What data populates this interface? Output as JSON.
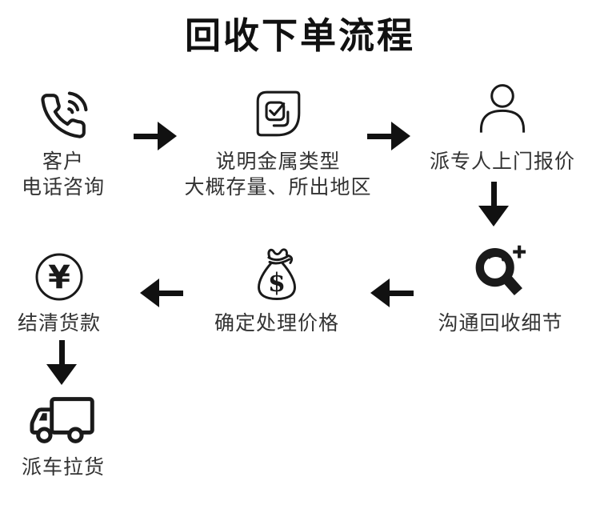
{
  "title": "回收下单流程",
  "colors": {
    "background": "#ffffff",
    "ink": "#1a1a1a",
    "label_text": "#333333"
  },
  "steps": [
    {
      "order": 1,
      "icon": "phone-icon",
      "label_lines": [
        "客户",
        "电话咨询"
      ]
    },
    {
      "order": 2,
      "icon": "checklist-icon",
      "label_lines": [
        "说明金属类型",
        "大概存量、所出地区"
      ]
    },
    {
      "order": 3,
      "icon": "person-icon",
      "label_lines": [
        "派专人上门报价"
      ]
    },
    {
      "order": 4,
      "icon": "magnifier-plus-icon",
      "label_lines": [
        "沟通回收细节"
      ]
    },
    {
      "order": 5,
      "icon": "money-bag-icon",
      "label_lines": [
        "确定处理价格"
      ],
      "symbol": "$"
    },
    {
      "order": 6,
      "icon": "yuan-coin-icon",
      "label_lines": [
        "结清货款"
      ],
      "symbol": "¥"
    },
    {
      "order": 7,
      "icon": "truck-icon",
      "label_lines": [
        "派车拉货"
      ]
    }
  ],
  "connectors": [
    {
      "from": 1,
      "to": 2,
      "direction": "right"
    },
    {
      "from": 2,
      "to": 3,
      "direction": "right"
    },
    {
      "from": 3,
      "to": 4,
      "direction": "down"
    },
    {
      "from": 4,
      "to": 5,
      "direction": "left"
    },
    {
      "from": 5,
      "to": 6,
      "direction": "left"
    },
    {
      "from": 6,
      "to": 7,
      "direction": "down"
    }
  ]
}
